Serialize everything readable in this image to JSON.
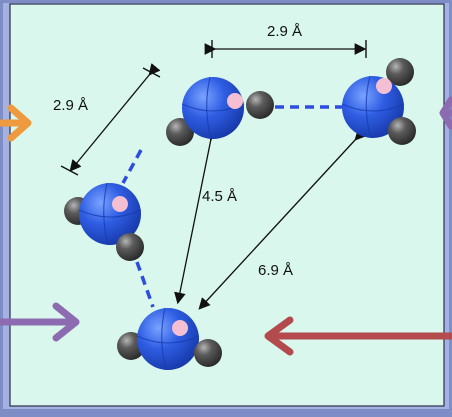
{
  "colors": {
    "frame_outer": "#7e8dc6",
    "frame_inner": "#a4b2e2",
    "panel_bg": "#d9f7ec",
    "panel_border": "#2c2f4a",
    "oxygen": "#2f5ee3",
    "oxygen_dark": "#163cb0",
    "center_dot": "#f4bfd2",
    "hydrogen": "#5b5b5b",
    "hbond": "#2d4de0",
    "arrow_orange": "#ee9a3f",
    "arrow_purple": "#8c6bb0",
    "arrow_red": "#b34a4d",
    "measure": "#111111"
  },
  "labels": {
    "top": "2.9 Å",
    "left": "2.9 Å",
    "middle": "4.5 Å",
    "diagonal": "6.9 Å"
  },
  "molecules": [
    {
      "id": "top-left"
    },
    {
      "id": "top-right"
    },
    {
      "id": "left"
    },
    {
      "id": "bottom"
    }
  ],
  "arrows": [
    {
      "id": "orange-left",
      "color": "orange"
    },
    {
      "id": "purple-right",
      "color": "purple"
    },
    {
      "id": "purple-bottom-left",
      "color": "purple"
    },
    {
      "id": "red-right",
      "color": "red"
    }
  ]
}
